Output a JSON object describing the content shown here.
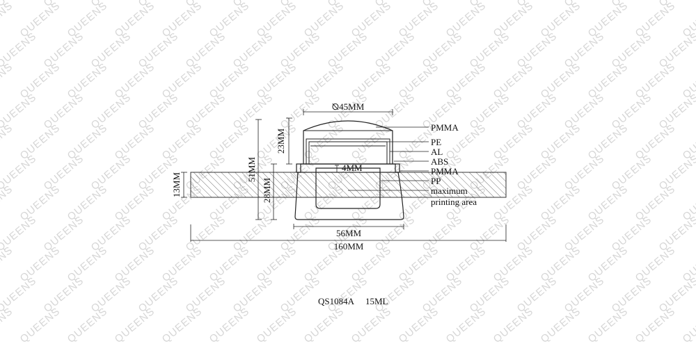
{
  "watermark": {
    "text": "QUEENS",
    "color": "#d6d6d6"
  },
  "dimensions": {
    "cap_diameter": "⦰45MM",
    "cap_height": "23MM",
    "total_height": "51MM",
    "band_height": "13MM",
    "jar_height": "28MM",
    "inner_gap": "4MM",
    "jar_width": "56MM",
    "band_width": "160MM"
  },
  "materials": {
    "pmma_top": "PMMA",
    "pe": "PE",
    "al": "AL",
    "abs": "ABS",
    "pmma_jar": "PMMA",
    "pp": "PP",
    "print_1": "maximum",
    "print_2": "printing area"
  },
  "caption": {
    "model": "QS1084A",
    "volume": "15ML"
  }
}
